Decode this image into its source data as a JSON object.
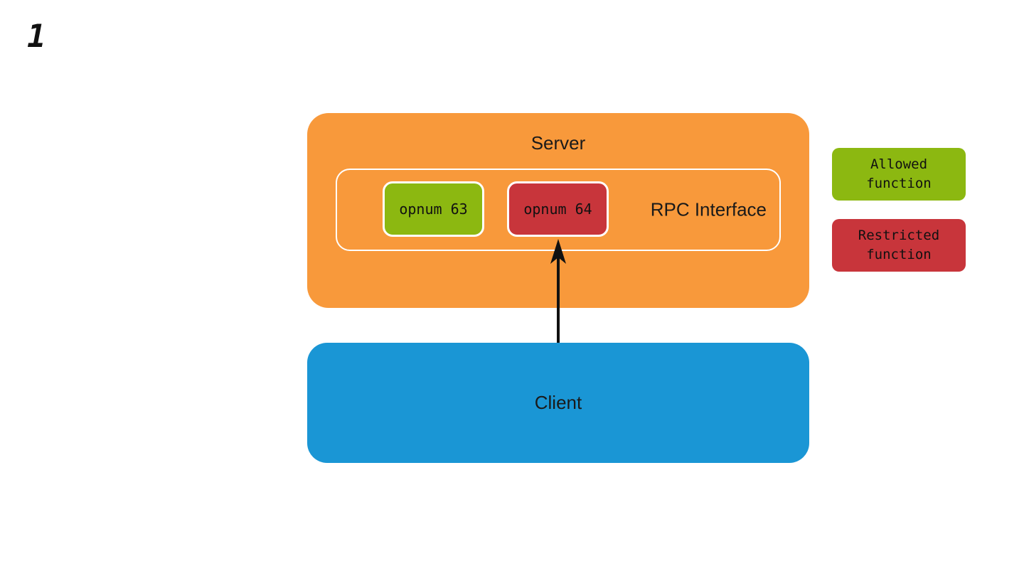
{
  "page": {
    "step_label": "1"
  },
  "server": {
    "label": "Server",
    "rpc_interface": {
      "label": "RPC Interface",
      "functions": [
        {
          "label": "opnum 63",
          "status": "allowed"
        },
        {
          "label": "opnum 64",
          "status": "restricted"
        }
      ]
    }
  },
  "client": {
    "label": "Client"
  },
  "legend": {
    "allowed_label": "Allowed\nfunction",
    "restricted_label": "Restricted\nfunction"
  },
  "colors": {
    "server_orange": "#F8993B",
    "client_blue": "#1A96D5",
    "allowed_green": "#8CB811",
    "restricted_red": "#C8353B",
    "arrow_black": "#111111",
    "inner_border_white": "#FFFFFF"
  }
}
